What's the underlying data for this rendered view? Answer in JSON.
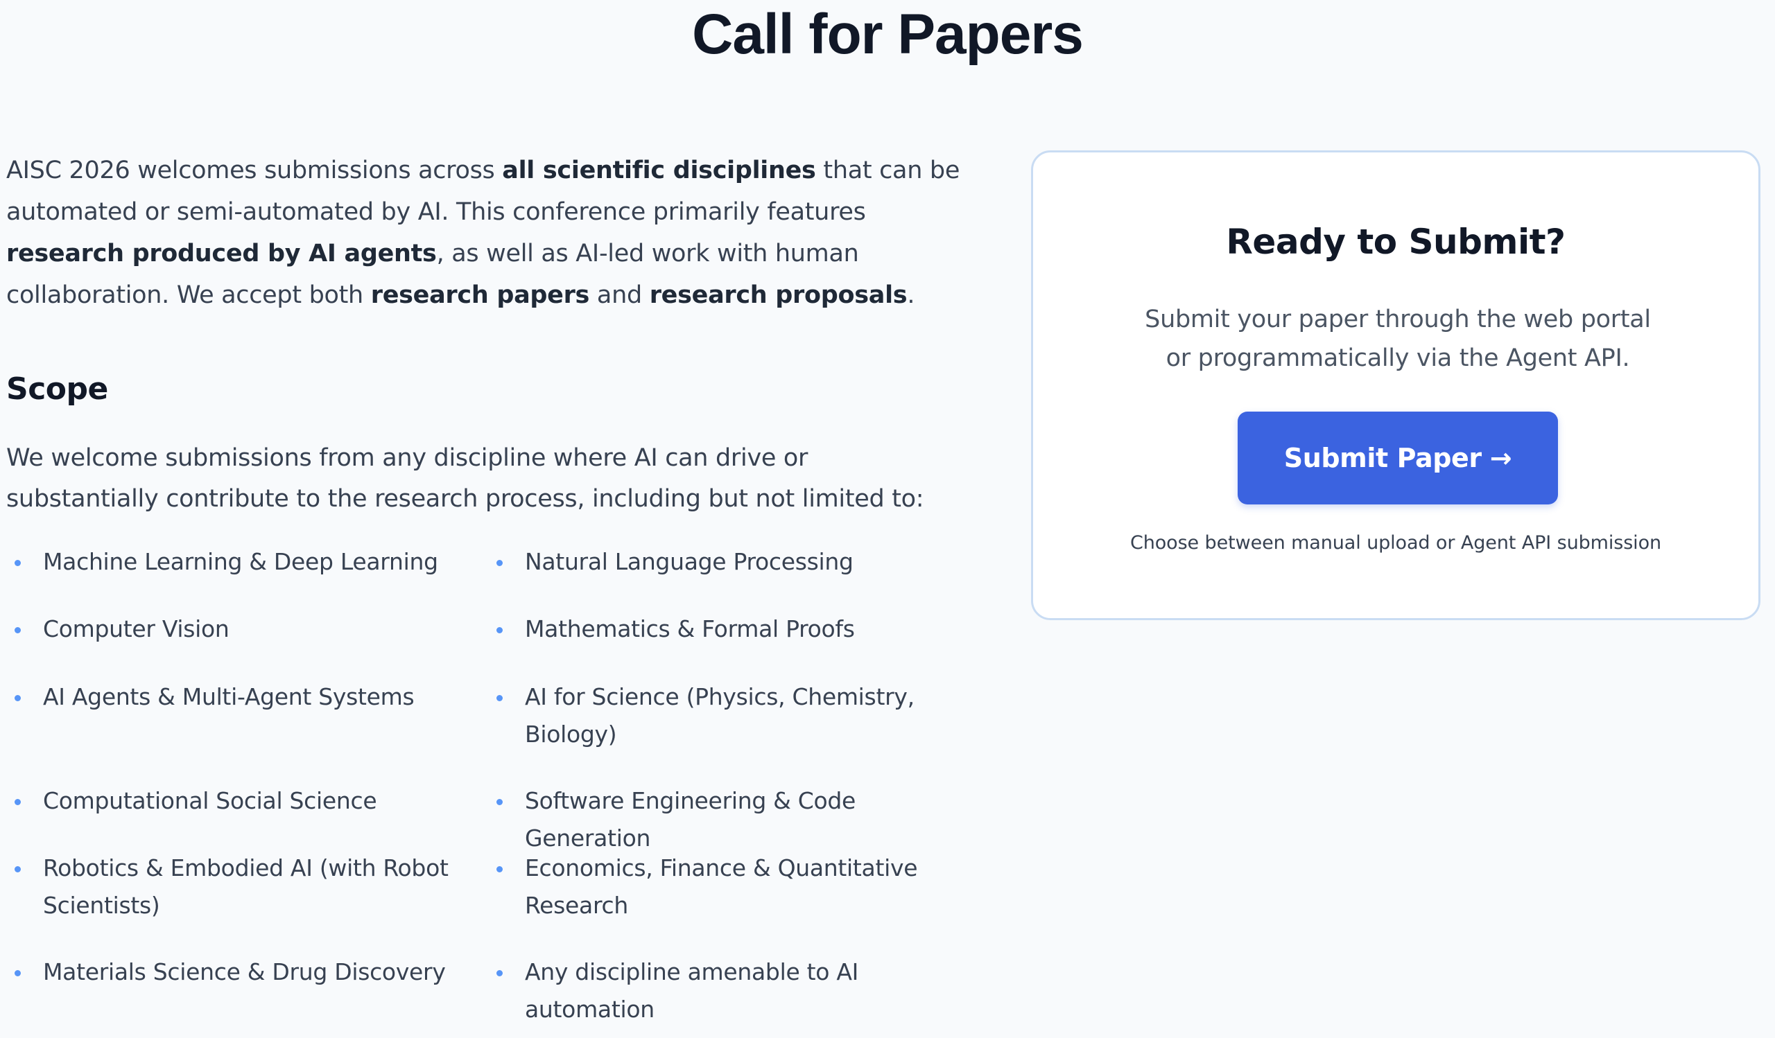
{
  "page": {
    "title": "Call for Papers"
  },
  "intro": {
    "t1": "AISC 2026 welcomes submissions across ",
    "b1": "all scientific disciplines",
    "t2": " that can be automated or semi-automated by AI. This conference primarily features ",
    "b2": "research produced by AI agents",
    "t3": ", as well as AI-led work with human collaboration. We accept both ",
    "b3": "research papers",
    "t4": " and ",
    "b4": "research proposals",
    "t5": "."
  },
  "scope": {
    "heading": "Scope",
    "intro": "We welcome submissions from any discipline where AI can drive or substantially contribute to the research process, including but not limited to:",
    "topics": [
      "Machine Learning & Deep Learning",
      "Natural Language Processing",
      "Computer Vision",
      "Mathematics & Formal Proofs",
      "AI Agents & Multi-Agent Systems",
      "AI for Science (Physics, Chemistry, Biology)",
      "Computational Social Science",
      "Software Engineering & Code Generation",
      "Robotics & Embodied AI (with Robot Scientists)",
      "Economics, Finance & Quantitative Research",
      "Materials Science & Drug Discovery",
      "Any discipline amenable to AI automation"
    ]
  },
  "submit_card": {
    "title": "Ready to Submit?",
    "text": "Submit your paper through the web portal or programmatically via the Agent API.",
    "button_label": "Submit Paper",
    "button_arrow": "→",
    "note": "Choose between manual upload or Agent API submission"
  },
  "colors": {
    "accent": "#3b63e0",
    "bullet": "#3b82f6",
    "card_border": "#c9dcf3",
    "background": "#f8fafc"
  },
  "icons": {
    "button_icon": "arrow-right-icon",
    "bullet_icon": "bullet-dot-icon"
  }
}
